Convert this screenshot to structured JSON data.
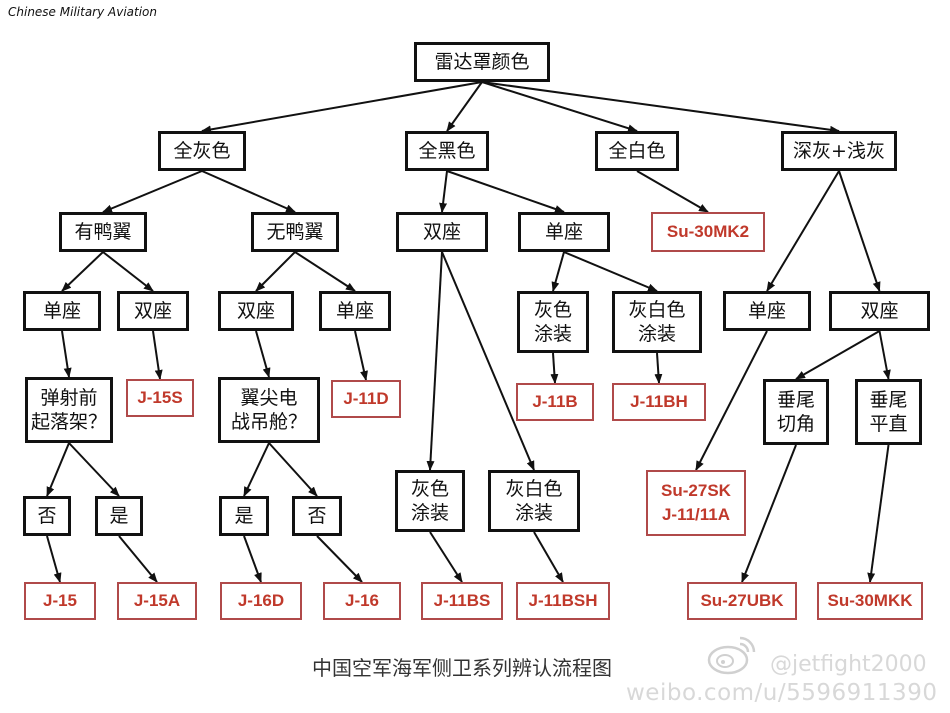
{
  "header": "Chinese Military Aviation",
  "caption": "中国空军海军侧卫系列辨认流程图",
  "watermark": {
    "handle": "@jetfight2000",
    "url": "weibo.com/u/5596911390"
  },
  "colors": {
    "line": "#111111",
    "answer_text": "#c0392b",
    "answer_border": "#b04a4a"
  },
  "nodes": {
    "root": "雷达罩颜色",
    "all_gray": "全灰色",
    "all_black": "全黑色",
    "all_white": "全白色",
    "dark_light_gray": "深灰+浅灰",
    "with_canard": "有鸭翼",
    "no_canard": "无鸭翼",
    "black_double": "双座",
    "black_single": "单座",
    "su30mk2": "Su-30MK2",
    "dlg_single": "单座",
    "dlg_double": "双座",
    "canard_single": "单座",
    "canard_double": "双座",
    "nocanard_double": "双座",
    "nocanard_single": "单座",
    "gray_paint_b": "灰色\n涂装",
    "graywhite_paint_bh": "灰白色\n涂装",
    "ejection": "弹射前\n起落架？",
    "j15s": "J-15S",
    "wingtip_pod": "翼尖电\n战吊舱？",
    "j11d": "J-11D",
    "j11b": "J-11B",
    "j11bh": "J-11BH",
    "tail_cut": "垂尾\n切角",
    "tail_flat": "垂尾\n平直",
    "no_1": "否",
    "yes_1": "是",
    "yes_2": "是",
    "no_2": "否",
    "gray_paint_bs": "灰色\n涂装",
    "graywhite_paint_bsh": "灰白色\n涂装",
    "su27sk": "Su-27SK\nJ-11/11A",
    "j15": "J-15",
    "j15a": "J-15A",
    "j16d": "J-16D",
    "j16": "J-16",
    "j11bs": "J-11BS",
    "j11bsh": "J-11BSH",
    "su27ubk": "Su-27UBK",
    "su30mkk": "Su-30MKK"
  }
}
